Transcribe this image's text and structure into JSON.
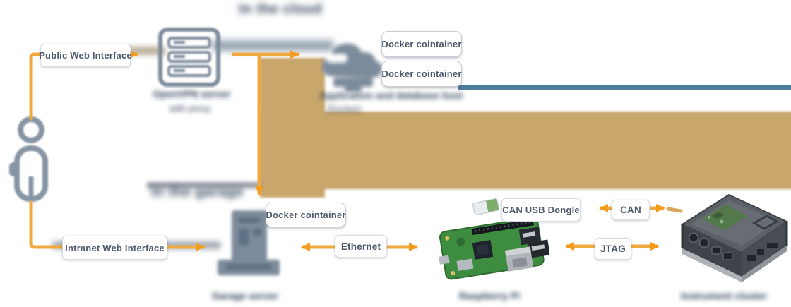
{
  "headings": {
    "top_blurred": "In the cloud",
    "garage_blurred": "In the garage"
  },
  "labels": {
    "public_web": "Public Web Interface",
    "intranet_web": "Intranet Web Interface",
    "ethernet": "Ethernet",
    "can": "CAN",
    "jtag": "JTAG",
    "can_usb_dongle": "CAN USB Dongle",
    "docker": "Docker cointainer"
  },
  "captions_blurred": {
    "rack_line1": "OpenVPN server",
    "rack_line2": "with proxy",
    "cloud_line1": "Application and database host",
    "cloud_line2": "(Docker)",
    "tower": "Garage server",
    "raspberry_pi": "Raspberry Pi",
    "enclosure": "Instrument cluster"
  },
  "colors": {
    "arrow_line": "#EFA93F",
    "arrow_head": "#F29B1D",
    "steel_line": "#4E7D9B",
    "redaction_tan": "#C9A76C",
    "icon_gray": "#7C8B9B",
    "label_text": "#4E5A6B",
    "blurred_text": "#2C3E54",
    "background": "#FFFFFF"
  }
}
